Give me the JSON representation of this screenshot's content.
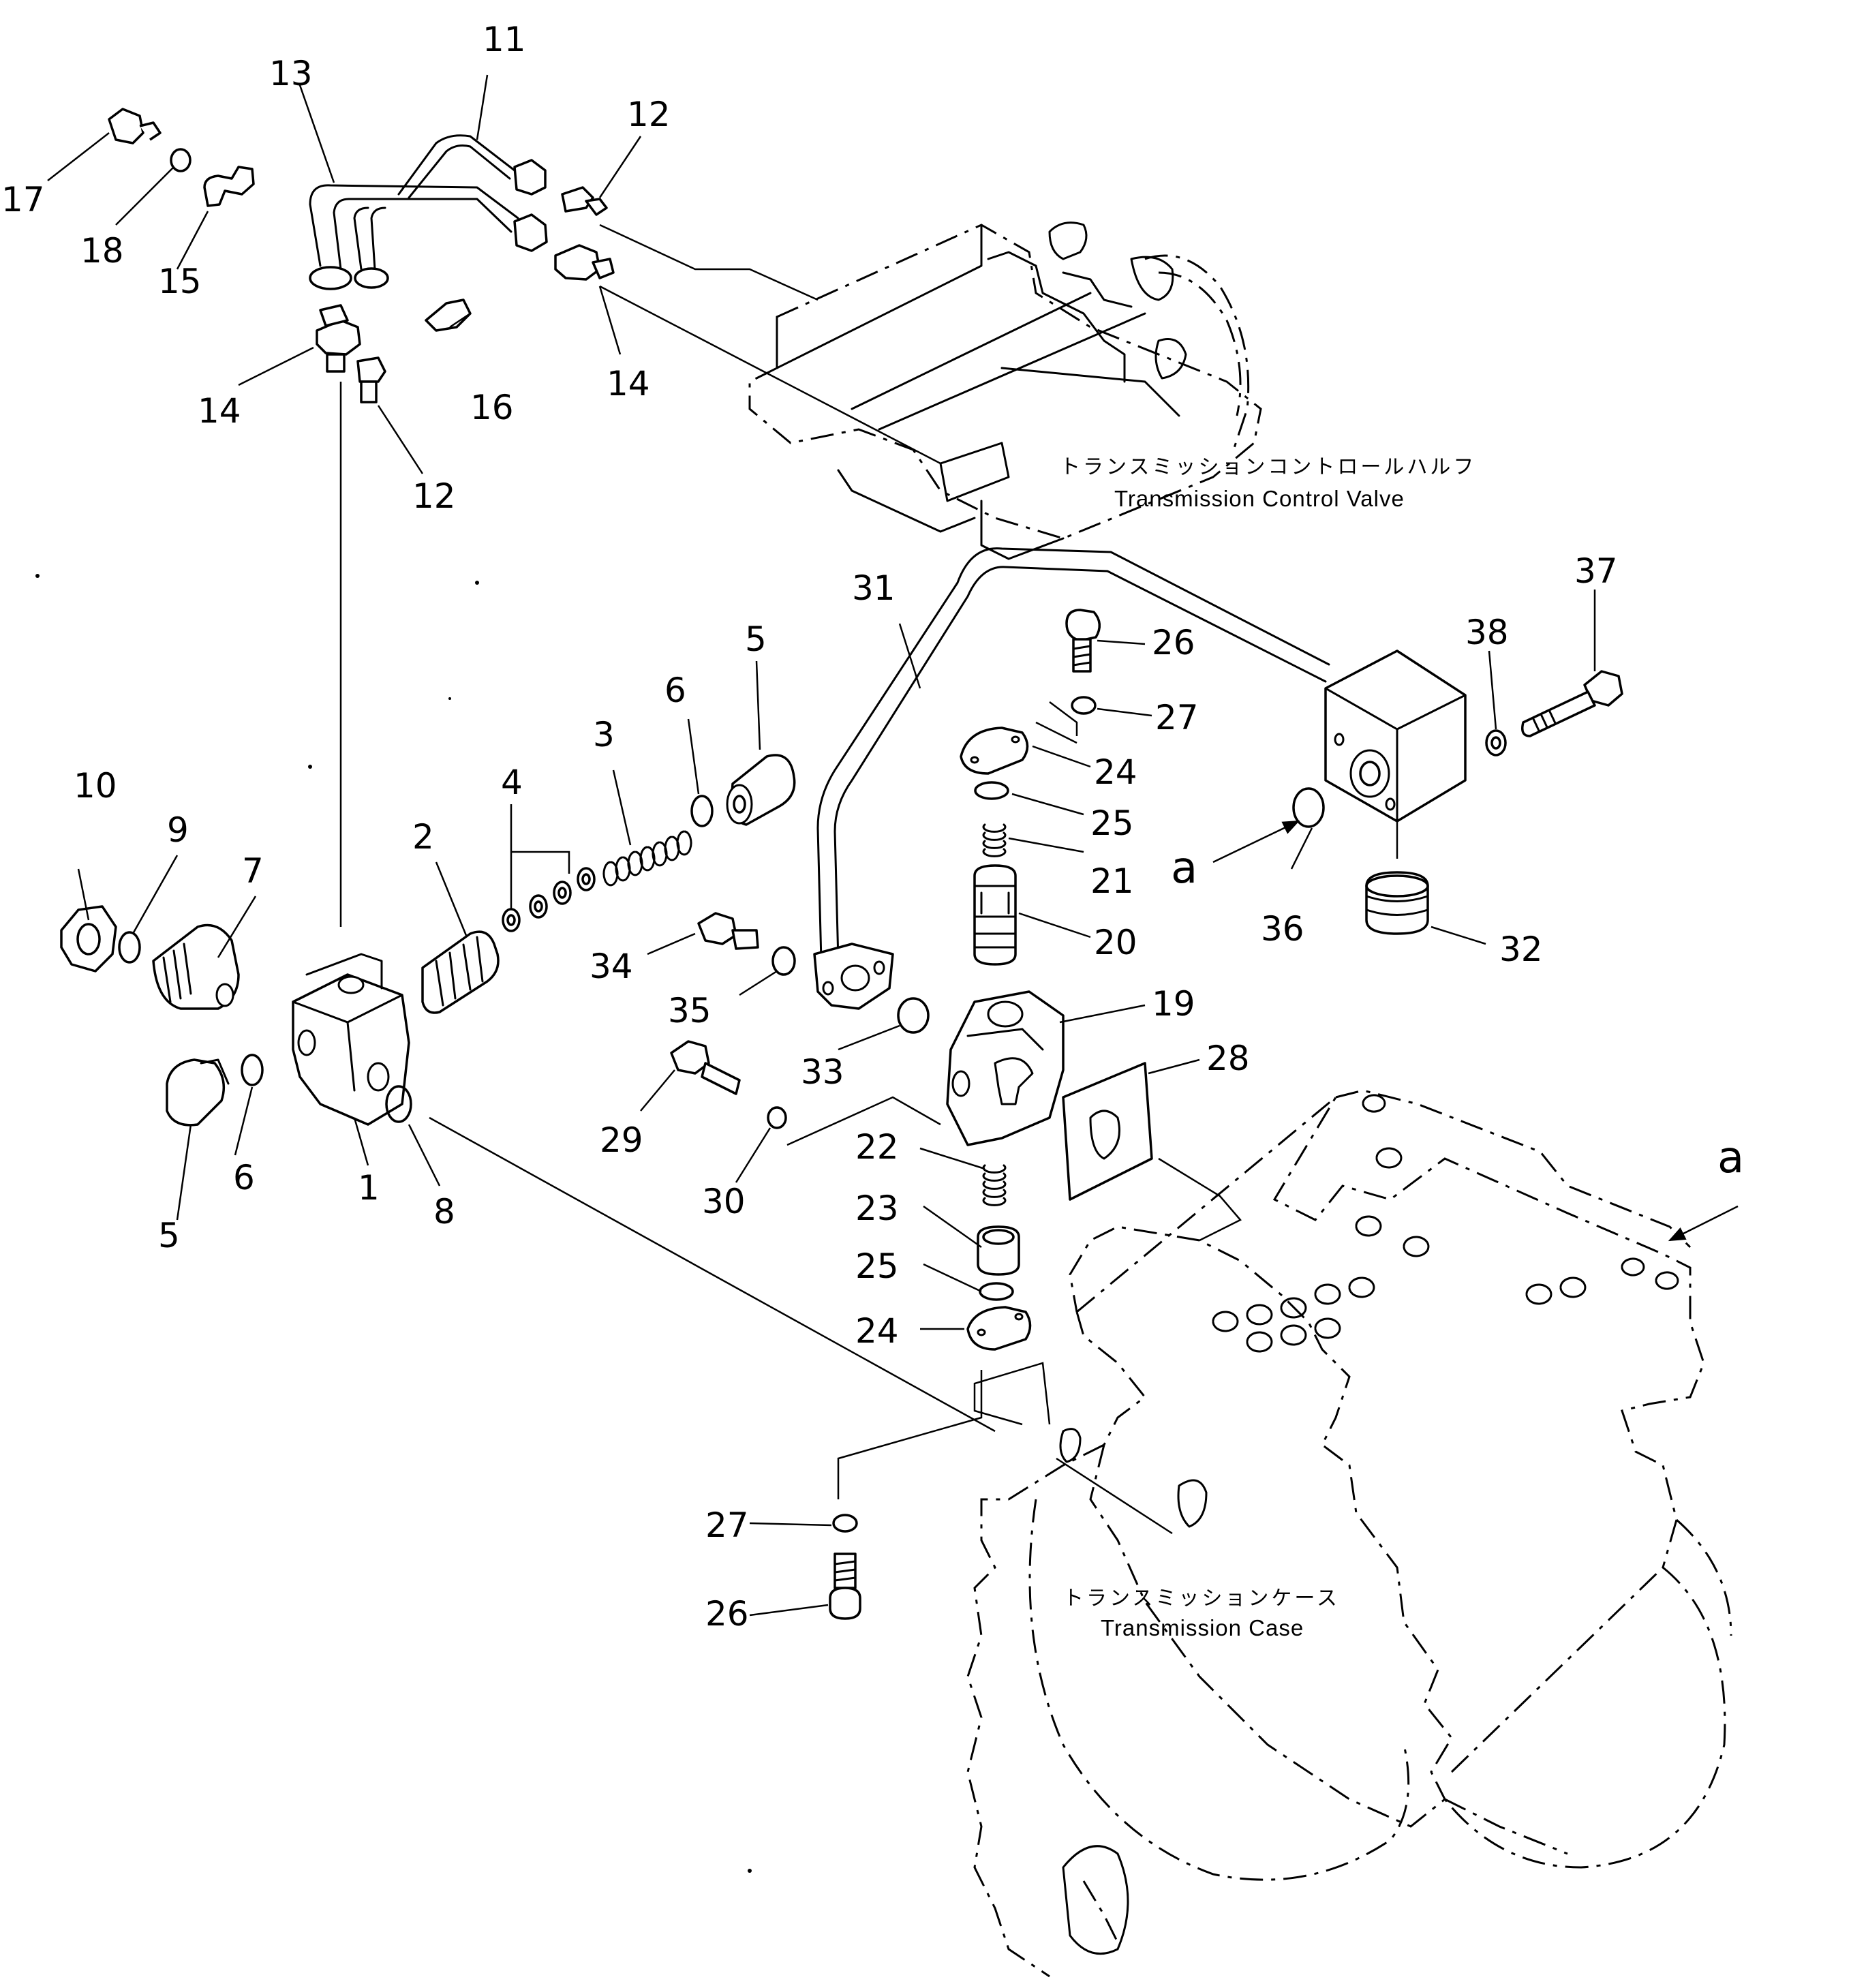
{
  "captions": {
    "control_valve_ja": "トランスミッションコントロールハルフ",
    "control_valve_en": "Transmission Control Valve",
    "case_ja": "トランスミッションケース",
    "case_en": "Transmission Case"
  },
  "part_labels": {
    "p1": "1",
    "p2": "2",
    "p3": "3",
    "p4": "4",
    "p5a": "5",
    "p5b": "5",
    "p6a": "6",
    "p6b": "6",
    "p7": "7",
    "p8": "8",
    "p9": "9",
    "p10": "10",
    "p11": "11",
    "p12a": "12",
    "p12b": "12",
    "p13": "13",
    "p14a": "14",
    "p14b": "14",
    "p15": "15",
    "p16": "16",
    "p17": "17",
    "p18": "18",
    "p19": "19",
    "p20": "20",
    "p21": "21",
    "p22": "22",
    "p23": "23",
    "p24a": "24",
    "p24b": "24",
    "p25a": "25",
    "p25b": "25",
    "p26a": "26",
    "p26b": "26",
    "p27a": "27",
    "p27b": "27",
    "p28": "28",
    "p29": "29",
    "p30": "30",
    "p31": "31",
    "p32": "32",
    "p33": "33",
    "p34": "34",
    "p35": "35",
    "p36": "36",
    "p37": "37",
    "p38": "38"
  },
  "reference_marks": {
    "a1": "a",
    "a2": "a"
  }
}
